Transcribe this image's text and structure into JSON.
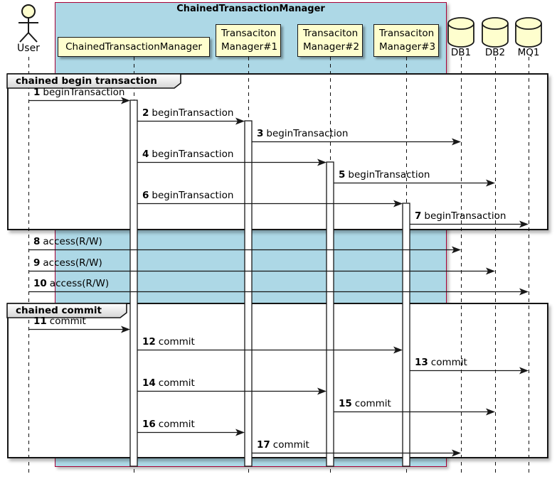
{
  "diagram": {
    "box_title": "ChainedTransactionManager",
    "actor": {
      "label": "User"
    },
    "participants": [
      {
        "id": "ctm",
        "lines": [
          "ChainedTransactionManager"
        ]
      },
      {
        "id": "tm1",
        "lines": [
          "Transaciton",
          "Manager#1"
        ]
      },
      {
        "id": "tm2",
        "lines": [
          "Transaciton",
          "Manager#2"
        ]
      },
      {
        "id": "tm3",
        "lines": [
          "Transaciton",
          "Manager#3"
        ]
      }
    ],
    "databases": [
      {
        "id": "db1",
        "label": "DB1"
      },
      {
        "id": "db2",
        "label": "DB2"
      },
      {
        "id": "mq1",
        "label": "MQ1"
      }
    ],
    "frames": [
      {
        "id": "f1",
        "label": "chained begin transaction"
      },
      {
        "id": "f2",
        "label": "chained commit"
      }
    ],
    "messages": [
      {
        "n": "1",
        "text": "beginTransaction",
        "from": "user",
        "to": "ctm"
      },
      {
        "n": "2",
        "text": "beginTransaction",
        "from": "ctm",
        "to": "tm1"
      },
      {
        "n": "3",
        "text": "beginTransaction",
        "from": "tm1",
        "to": "db1"
      },
      {
        "n": "4",
        "text": "beginTransaction",
        "from": "ctm",
        "to": "tm2"
      },
      {
        "n": "5",
        "text": "beginTransaction",
        "from": "tm2",
        "to": "db2"
      },
      {
        "n": "6",
        "text": "beginTransaction",
        "from": "ctm",
        "to": "tm3"
      },
      {
        "n": "7",
        "text": "beginTransaction",
        "from": "tm3",
        "to": "mq1"
      },
      {
        "n": "8",
        "text": "access(R/W)",
        "from": "user",
        "to": "db1"
      },
      {
        "n": "9",
        "text": "access(R/W)",
        "from": "user",
        "to": "db2"
      },
      {
        "n": "10",
        "text": "access(R/W)",
        "from": "user",
        "to": "mq1"
      },
      {
        "n": "11",
        "text": "commit",
        "from": "user",
        "to": "ctm"
      },
      {
        "n": "12",
        "text": "commit",
        "from": "ctm",
        "to": "tm3"
      },
      {
        "n": "13",
        "text": "commit",
        "from": "tm3",
        "to": "mq1"
      },
      {
        "n": "14",
        "text": "commit",
        "from": "ctm",
        "to": "tm2"
      },
      {
        "n": "15",
        "text": "commit",
        "from": "tm2",
        "to": "db2"
      },
      {
        "n": "16",
        "text": "commit",
        "from": "ctm",
        "to": "tm1"
      },
      {
        "n": "17",
        "text": "commit",
        "from": "tm1",
        "to": "db1"
      }
    ],
    "colors": {
      "box_fill": "#ADD8E6",
      "box_border": "#A80036",
      "participant_fill": "#FEFECE",
      "line": "#181818"
    }
  }
}
